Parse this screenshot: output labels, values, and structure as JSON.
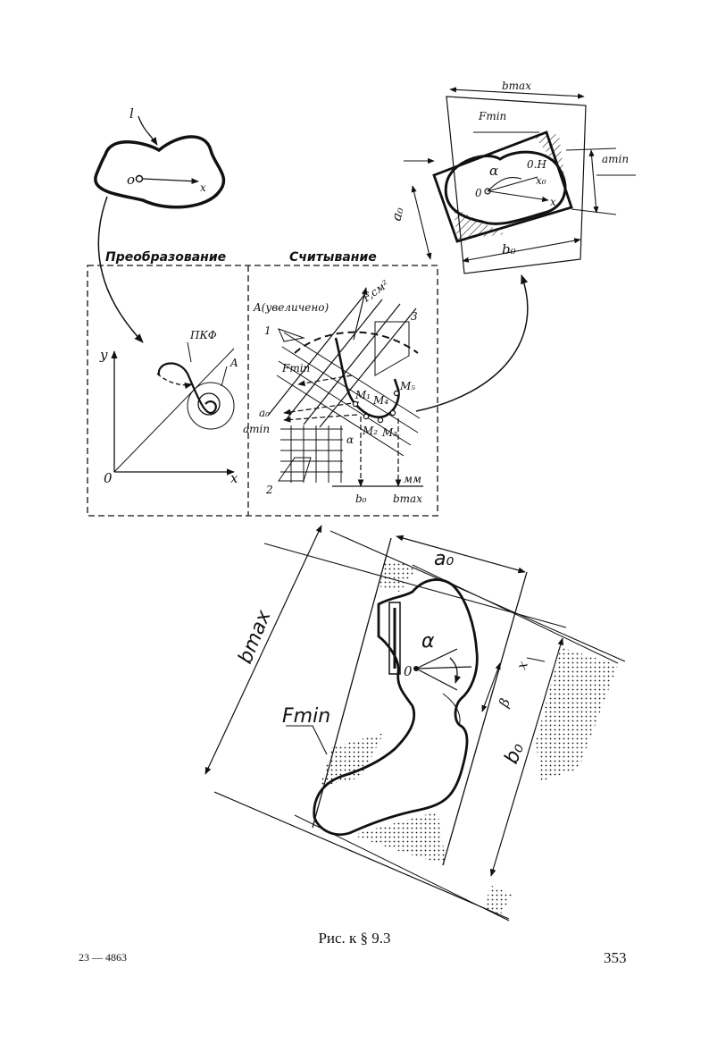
{
  "labels": {
    "contour_l": "l",
    "o_center": "o",
    "x_top": "x",
    "transform_title": "Преобразование",
    "read_title": "Считывание",
    "pkf": "ПКФ",
    "a_label": "A",
    "y_axis": "y",
    "x_axis": "x",
    "origin": "0",
    "a_enlarged": "A(увеличено)",
    "f_cm2": "F,см²",
    "num_1": "1",
    "num_2": "2",
    "num_3": "3",
    "f_min_mid": "Fmin",
    "m1": "M₁",
    "m4": "M₄",
    "m5": "M₅",
    "m2": "M₂",
    "m3": "M₃",
    "a0_mid": "a₀",
    "amin_mid": "amin",
    "alpha_mid": "α",
    "b0_mid": "b₀",
    "bmax_mid": "bmax",
    "mm": "мм",
    "bmax_tr": "bmax",
    "fmin_tr": "Fmin",
    "amin_tr": "amin",
    "alpha_tr": "α",
    "oh_tr": "0.H",
    "x0_tr": "x₀",
    "o_tr": "0",
    "x_tr": "x",
    "a0_tr": "a₀",
    "b0_tr": "b₀",
    "a0_big": "a₀",
    "bmax_big": "bmax",
    "alpha_big": "α",
    "o_big": "0",
    "x_big": "x",
    "beta_big": "β",
    "fmin_big": "Fmin",
    "b0_big": "b₀"
  },
  "caption": "Рис. к § 9.3",
  "footer": {
    "code": "23 — 4863",
    "page": "353"
  }
}
